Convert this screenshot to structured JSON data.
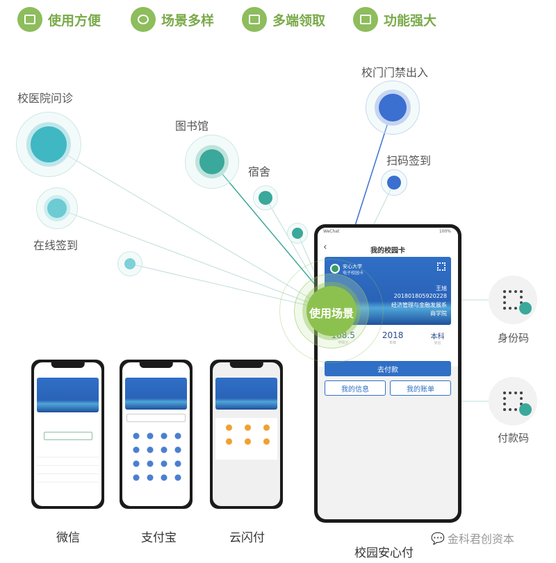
{
  "features": [
    {
      "label": "使用方便",
      "icon": "check-screen-icon"
    },
    {
      "label": "场景多样",
      "icon": "people-icon"
    },
    {
      "label": "多端领取",
      "icon": "monitor-icon"
    },
    {
      "label": "功能强大",
      "icon": "yuan-icon"
    }
  ],
  "scenes": {
    "clinic": "校医院问诊",
    "checkin_online": "在线签到",
    "library": "图书馆",
    "dorm": "宿舍",
    "gate": "校门门禁出入",
    "scan_checkin": "扫码签到",
    "center": "使用场景"
  },
  "big_phone": {
    "carrier": "WeChat",
    "battery": "100%",
    "title": "我的校园卡",
    "school": "安心大学",
    "card_type": "电子校园卡",
    "name": "王旭",
    "student_id": "201801805920228",
    "department": "经济管理与金融发展系",
    "college": "商学院",
    "stats": [
      {
        "value": "168.5",
        "label": "学院分"
      },
      {
        "value": "2018",
        "label": "年级"
      },
      {
        "value": "本科",
        "label": "学历"
      }
    ],
    "pay_button": "去付款",
    "my_info": "我的信息",
    "my_bill": "我的账单",
    "label": "校园安心付"
  },
  "codes": {
    "identity": "身份码",
    "payment": "付款码"
  },
  "small_phones": [
    {
      "label": "微信"
    },
    {
      "label": "支付宝"
    },
    {
      "label": "云闪付"
    }
  ],
  "watermark": "金科君创资本",
  "colors": {
    "green": "#8dc14f",
    "teal": "#3fb8c4",
    "blue": "#3b6fd0"
  }
}
